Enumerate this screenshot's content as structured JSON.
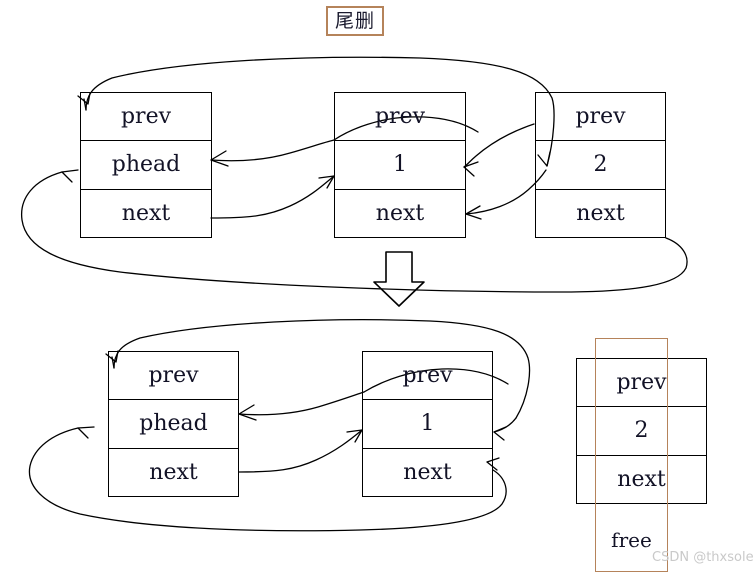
{
  "title": {
    "label": "尾删",
    "border_color": "#b5835a"
  },
  "colors": {
    "box_border": "#000000",
    "text": "#121226",
    "accent": "#b5835a",
    "watermark": "#c9c9c9",
    "background": "#ffffff"
  },
  "watermark": {
    "text": "CSDN @thxsole"
  },
  "before": {
    "caption": "before-deletion-list",
    "nodes": [
      {
        "name": "head-sentinel",
        "cells": [
          "prev",
          "phead",
          "next"
        ]
      },
      {
        "name": "node-1",
        "cells": [
          "prev",
          "1",
          "next"
        ]
      },
      {
        "name": "node-2",
        "cells": [
          "prev",
          "2",
          "next"
        ]
      }
    ]
  },
  "after": {
    "caption": "after-deletion-list",
    "nodes": [
      {
        "name": "head-sentinel",
        "cells": [
          "prev",
          "phead",
          "next"
        ]
      },
      {
        "name": "node-1",
        "cells": [
          "prev",
          "1",
          "next"
        ]
      },
      {
        "name": "node-2-freed",
        "cells": [
          "prev",
          "2",
          "next"
        ],
        "status": "free"
      }
    ]
  },
  "transition": {
    "arrow": "down-block-arrow"
  }
}
